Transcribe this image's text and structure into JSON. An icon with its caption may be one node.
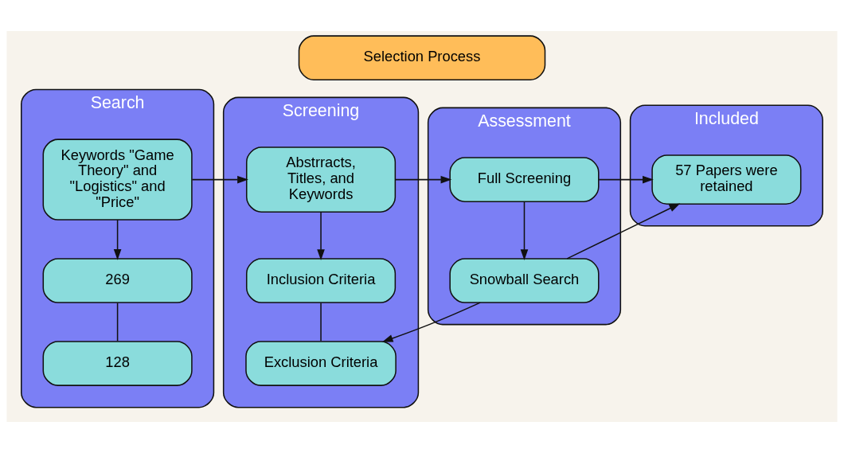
{
  "diagram": {
    "nodes": [
      {
        "text": [
          "Selection Process"
        ]
      },
      {
        "text": [
          "Search"
        ]
      },
      {
        "text": [
          "Keywords \"Game Theory\" and \"Logistics\" and \"Price\""
        ],
        "in": 1
      },
      {
        "text": [
          "269"
        ],
        "in": 1
      },
      {
        "text": [
          "128"
        ],
        "in": 1
      },
      {
        "text": [
          "Screening"
        ]
      },
      {
        "text": [
          "Abstrracts, Titles, and Keywords"
        ],
        "in": 5
      },
      {
        "text": [
          "Inclusion Criteria"
        ],
        "in": 5
      },
      {
        "text": [
          "Exclusion Criteria"
        ],
        "in": 5
      },
      {
        "text": [
          "Assessment"
        ]
      },
      {
        "text": [
          "Full Screening"
        ],
        "in": 9
      },
      {
        "text": [
          "Snowball Search"
        ],
        "in": 9
      },
      {
        "text": [
          "Included"
        ]
      },
      {
        "text": [
          "57 Papers were retained"
        ],
        "in": 12
      }
    ],
    "edges": [
      {
        "from": 2,
        "to": 3,
        "arrow": "to"
      },
      {
        "from": 3,
        "to": 4,
        "arrow": "none"
      },
      {
        "from": 2,
        "to": 6,
        "arrow": "to"
      },
      {
        "from": 6,
        "to": 7,
        "arrow": "to"
      },
      {
        "from": 7,
        "to": 8,
        "arrow": "none"
      },
      {
        "from": 6,
        "to": 10,
        "arrow": "to"
      },
      {
        "from": 10,
        "to": 11,
        "arrow": "to"
      },
      {
        "from": 11,
        "to": 8,
        "arrow": "to"
      },
      {
        "from": 10,
        "to": 13,
        "arrow": "to"
      },
      {
        "from": 11,
        "to": 13,
        "arrow": "to"
      }
    ]
  }
}
